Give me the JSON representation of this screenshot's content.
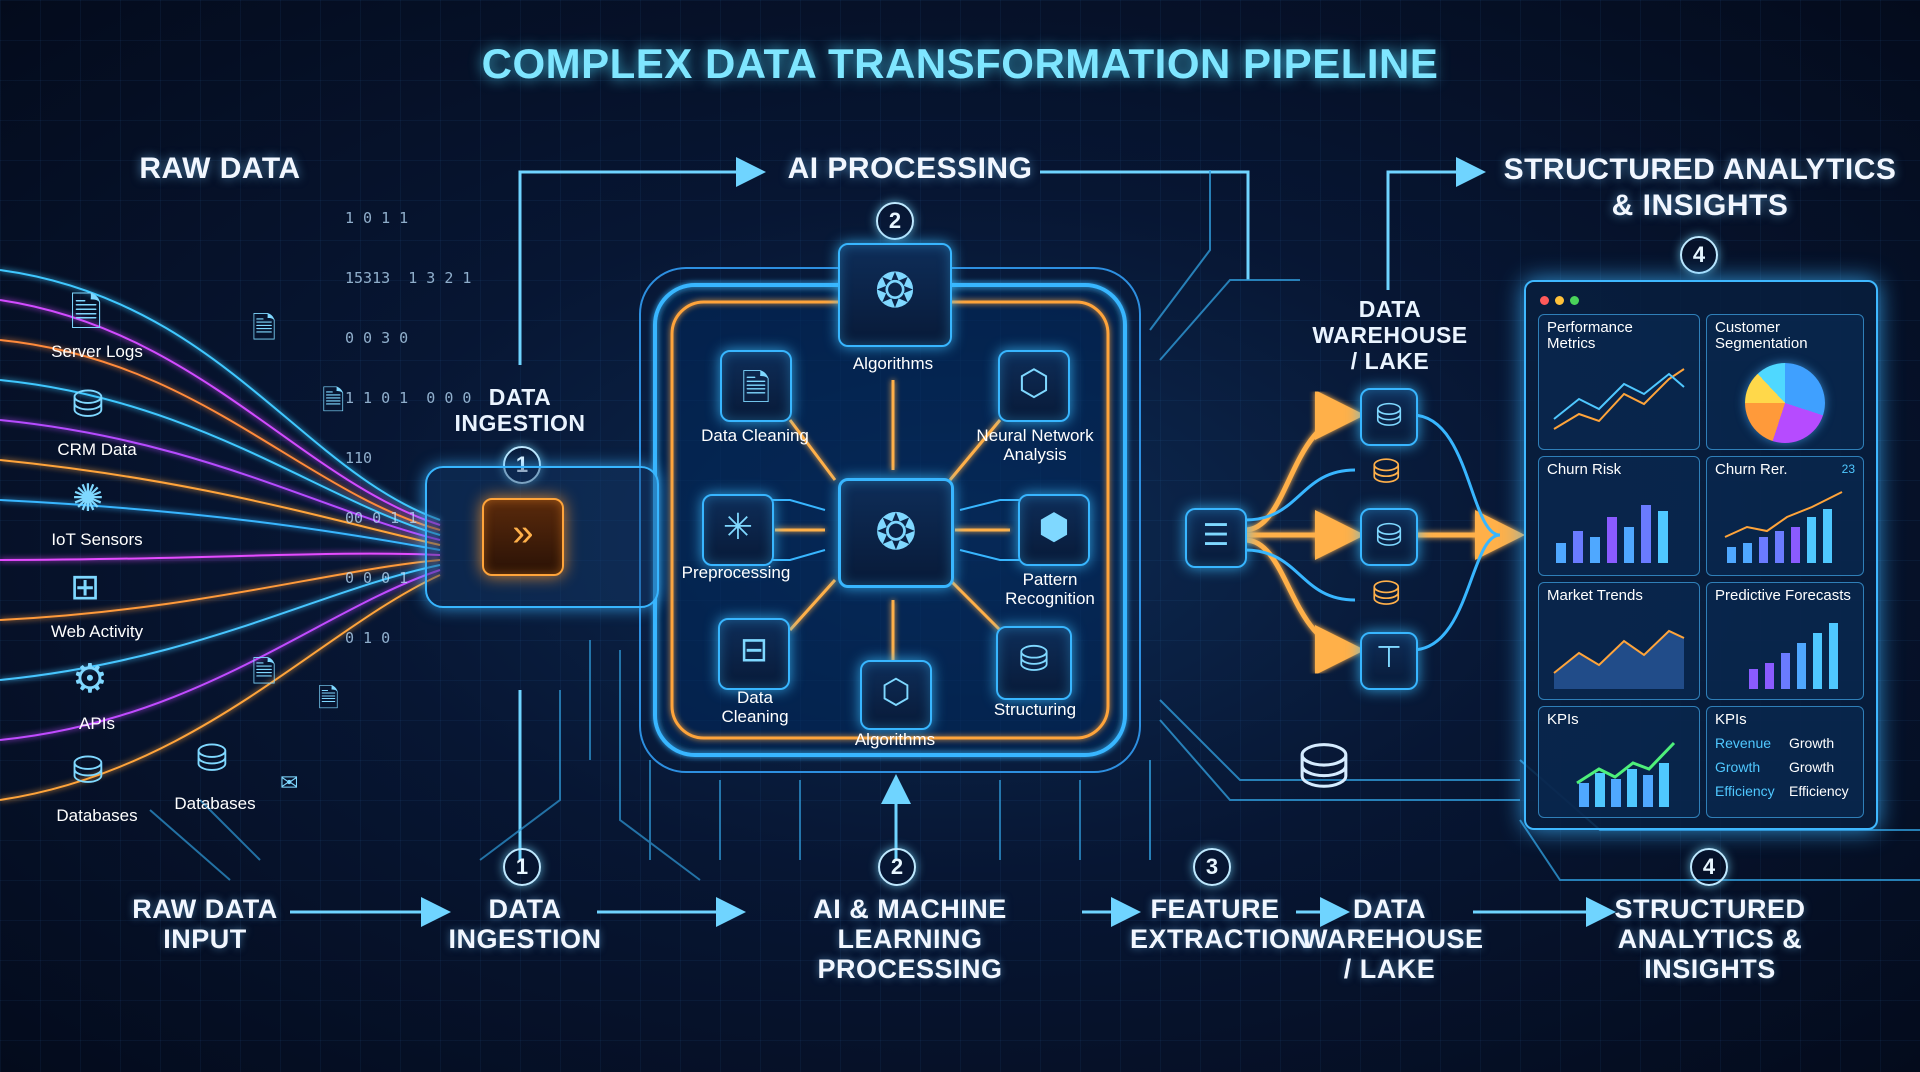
{
  "title": "COMPLEX DATA TRANSFORMATION PIPELINE",
  "sections": {
    "raw_data": "RAW DATA",
    "ai_processing": "AI PROCESSING",
    "structured_line1": "STRUCTURED ANALYTICS",
    "structured_line2": "& INSIGHTS",
    "data_ingestion_line1": "DATA",
    "data_ingestion_line2": "INGESTION",
    "warehouse_line1": "DATA",
    "warehouse_line2": "WAREHOUSE",
    "warehouse_line3": "/ LAKE"
  },
  "sources": [
    "Server Logs",
    "CRM Data",
    "IoT Sensors",
    "Web Activity",
    "APIs",
    "Databases",
    "Databases"
  ],
  "binary": [
    "1 0 1 1",
    "15313  1 3 2 1",
    "0 0 3 0",
    "1 1 0 1  0 0 0",
    "110",
    "00 0 1 1",
    "0 0 0 1",
    "0 1 0"
  ],
  "ai_nodes": {
    "top": "Algorithms",
    "data_cleaning_top": "Data Cleaning",
    "neural_line1": "Neural Network",
    "neural_line2": "Analysis",
    "preprocessing": "Preprocessing",
    "pattern_line1": "Pattern",
    "pattern_line2": "Recognition",
    "data_cleaning_bottom_line1": "Data",
    "data_cleaning_bottom_line2": "Cleaning",
    "structuring": "Structuring",
    "bottom": "Algorithms"
  },
  "badges": {
    "top_2": "2",
    "top_4": "4",
    "mid_1": "1",
    "bot_1": "1",
    "bot_2": "2",
    "bot_3": "3",
    "bot_4": "4"
  },
  "dashboard": {
    "performance_line1": "Performance",
    "performance_line2": "Metrics",
    "segmentation_line1": "Customer",
    "segmentation_line2": "Segmentation",
    "churn_risk": "Churn Risk",
    "churn_rer": "Churn Rer.",
    "churn_rer_num": "23",
    "market_trends": "Market Trends",
    "predictive": "Predictive Forecasts",
    "kpis_left": "KPIs",
    "kpis_right": "KPIs",
    "kpi_rows": [
      [
        "Revenue",
        "Growth"
      ],
      [
        "Growth",
        "Growth"
      ],
      [
        "Efficiency",
        "Efficiency"
      ]
    ]
  },
  "bottom_flow": {
    "raw_line1": "RAW DATA",
    "raw_line2": "INPUT",
    "ing_line1": "DATA",
    "ing_line2": "INGESTION",
    "ai_line1": "AI & MACHINE LEARNING",
    "ai_line2": "PROCESSING",
    "feat_line1": "FEATURE",
    "feat_line2": "EXTRACTION",
    "wh_line1": "DATA",
    "wh_line2": "WAREHOUSE",
    "wh_line3": "/ LAKE",
    "st_line1": "STRUCTURED",
    "st_line2": "ANALYTICS &",
    "st_line3": "INSIGHTS"
  },
  "colors": {
    "cyan": "#38b6ff",
    "orange": "#ffa43a",
    "magenta": "#d24bff",
    "background": "#061226"
  }
}
